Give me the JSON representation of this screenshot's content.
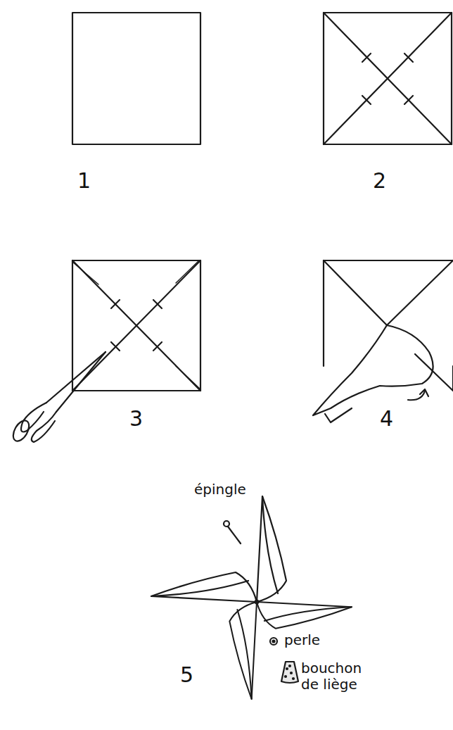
{
  "diagram": {
    "labels": [
      "1",
      "2",
      "3",
      "4",
      "5",
      "épingle",
      "perle",
      "bouchon de liège"
    ]
  }
}
